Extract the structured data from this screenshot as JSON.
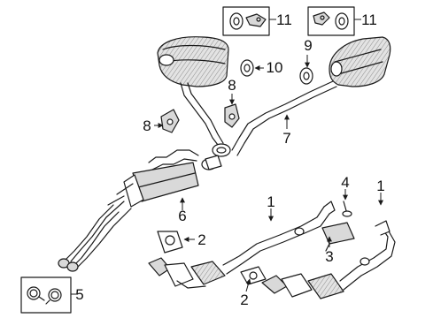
{
  "diagram": {
    "callouts": [
      {
        "id": "c1a",
        "text": "1"
      },
      {
        "id": "c1b",
        "text": "1"
      },
      {
        "id": "c2a",
        "text": "2"
      },
      {
        "id": "c2b",
        "text": "2"
      },
      {
        "id": "c3",
        "text": "3"
      },
      {
        "id": "c4",
        "text": "4"
      },
      {
        "id": "c5",
        "text": "5"
      },
      {
        "id": "c6",
        "text": "6"
      },
      {
        "id": "c7",
        "text": "7"
      },
      {
        "id": "c8a",
        "text": "8"
      },
      {
        "id": "c8b",
        "text": "8"
      },
      {
        "id": "c9",
        "text": "9"
      },
      {
        "id": "c10",
        "text": "10"
      },
      {
        "id": "c11a",
        "text": "11"
      },
      {
        "id": "c11b",
        "text": "11"
      }
    ],
    "colors": {
      "line": "#1a1a1a",
      "fill": "#ffffff",
      "shade": "#d9d9d9",
      "dark": "#9a9a9a"
    }
  }
}
